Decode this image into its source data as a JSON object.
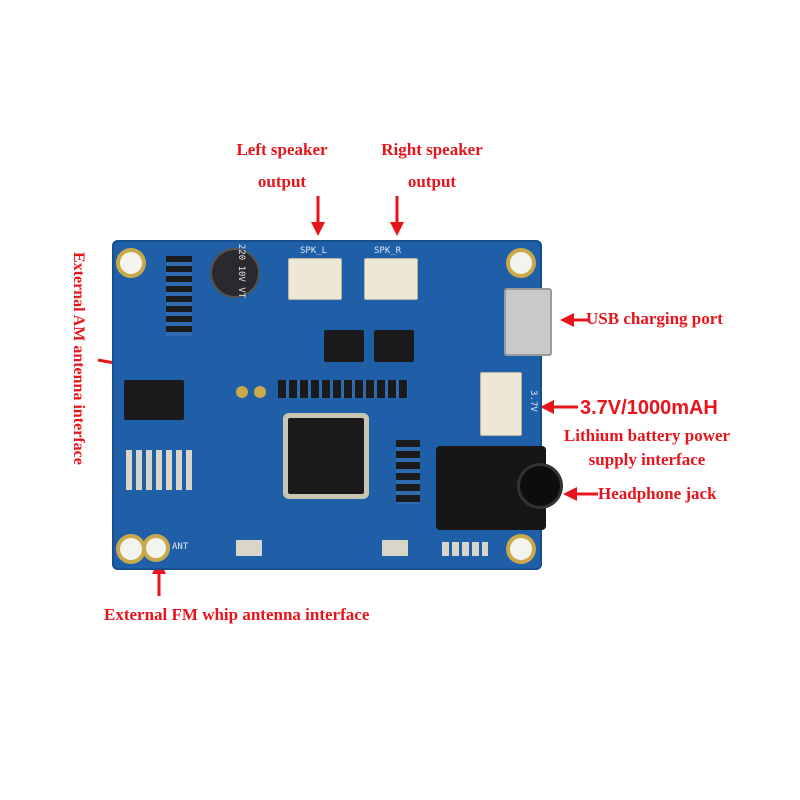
{
  "labels": {
    "left_speaker_line1": "Left speaker",
    "left_speaker_line2": "output",
    "right_speaker_line1": "Right speaker",
    "right_speaker_line2": "output",
    "am_antenna": "External AM antenna interface",
    "usb_port": "USB charging port",
    "battery_line1": "3.7V/1000mAH",
    "battery_line2": "Lithium battery power",
    "battery_line3": "supply interface",
    "headphone": "Headphone jack",
    "fm_antenna": "External FM whip antenna interface"
  },
  "silkscreen": {
    "cap_text": "220 10V VT",
    "spk_left": "SPK_L",
    "spk_right": "SPK_R",
    "batt_voltage": "3.7V",
    "ant": "ANT"
  },
  "colors": {
    "label": "#e8141b",
    "board": "#1f5fa8",
    "background": "#ffffff"
  }
}
